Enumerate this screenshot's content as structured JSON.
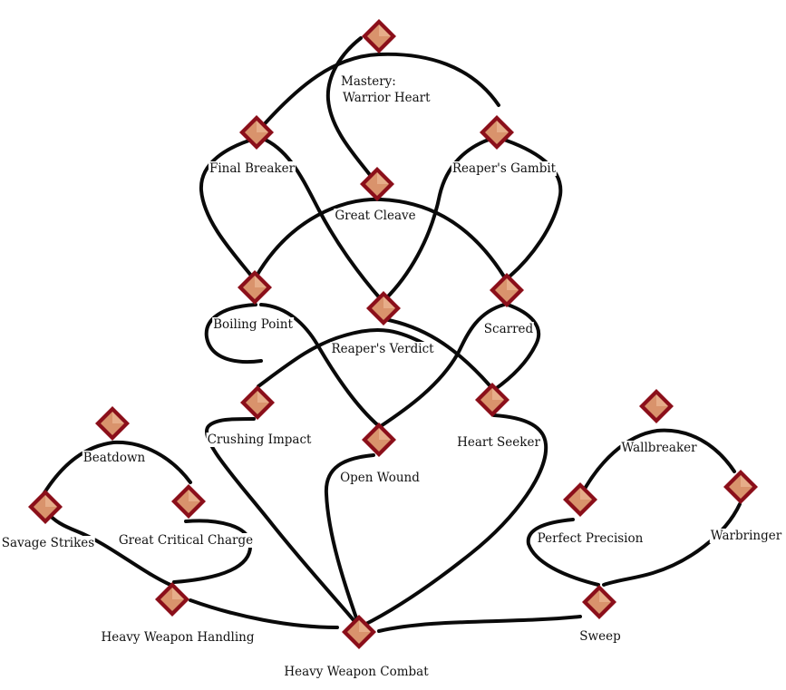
{
  "colors": {
    "background": "#ffffff",
    "lines": "#0a0a0a",
    "node_border": "#8b0f1a",
    "node_fill": "#d9936c"
  },
  "nodes": {
    "mastery_warrior_heart": {
      "label_line1": "Mastery:",
      "label_line2": "Warrior Heart"
    },
    "final_breaker": {
      "label": "Final Breaker"
    },
    "reapers_gambit": {
      "label": "Reaper's Gambit"
    },
    "great_cleave": {
      "label": "Great Cleave"
    },
    "boiling_point": {
      "label": "Boiling Point"
    },
    "reapers_verdict": {
      "label": "Reaper's Verdict"
    },
    "scarred": {
      "label": "Scarred"
    },
    "crushing_impact": {
      "label": "Crushing Impact"
    },
    "open_wound": {
      "label": "Open Wound"
    },
    "heart_seeker": {
      "label": "Heart Seeker"
    },
    "beatdown": {
      "label": "Beatdown"
    },
    "savage_strikes": {
      "label": "Savage Strikes"
    },
    "great_critical_charge": {
      "label": "Great Critical Charge"
    },
    "heavy_weapon_handling": {
      "label": "Heavy Weapon Handling"
    },
    "heavy_weapon_combat": {
      "label": "Heavy Weapon Combat"
    },
    "wallbreaker": {
      "label": "Wallbreaker"
    },
    "perfect_precision": {
      "label": "Perfect Precision"
    },
    "warbringer": {
      "label": "Warbringer"
    },
    "sweep": {
      "label": "Sweep"
    }
  }
}
